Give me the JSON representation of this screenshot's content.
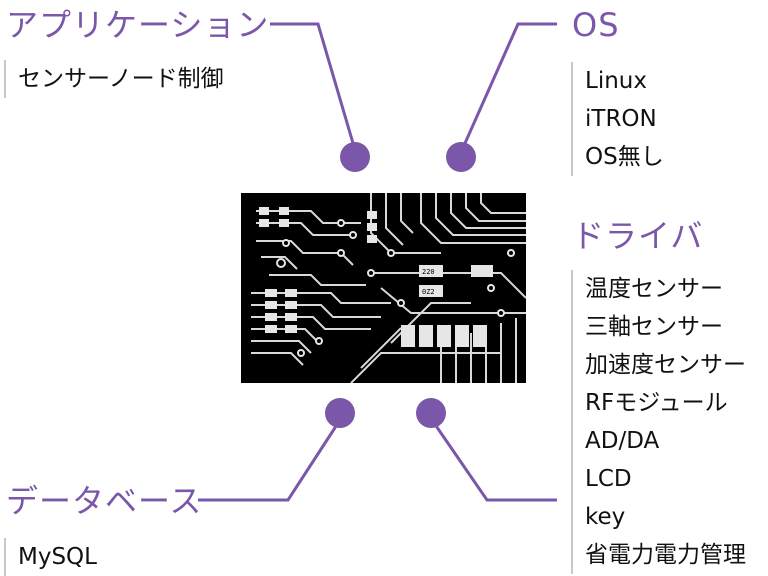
{
  "accent_color": "#7a57a8",
  "sections": {
    "application": {
      "title": "アプリケーション",
      "items": [
        "センサーノード制御"
      ]
    },
    "os": {
      "title": "OS",
      "items": [
        "Linux",
        "iTRON",
        "OS無し"
      ]
    },
    "driver": {
      "title": "ドライバ",
      "items": [
        "温度センサー",
        "三軸センサー",
        "加速度センサー",
        "RFモジュール",
        "AD/DA",
        "LCD",
        "key",
        "省電力電力管理"
      ]
    },
    "database": {
      "title": "データベース",
      "items": [
        "MySQL"
      ]
    }
  },
  "image": {
    "icon": "circuit-board-image",
    "chip_labels": [
      "220",
      "0Z2"
    ]
  }
}
